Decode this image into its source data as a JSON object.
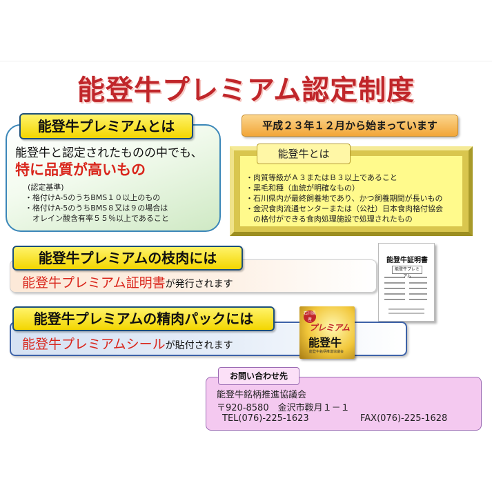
{
  "title": "能登牛プレミアム認定制度",
  "premium_box": {
    "label": "能登牛プレミアムとは",
    "line1": "能登牛と認定されたものの中でも、",
    "line2": "特に品質が高いもの",
    "criteria_title": "(認定基準)",
    "criteria": [
      "・格付けA-5のうちBMS１０以上のもの",
      "・格付けA-5のうちBMS８又は９の場合は",
      "　オレイン酸含有率５５％以上であること"
    ]
  },
  "start_banner": "平成２３年１２月から始まっています",
  "noto_box": {
    "label": "能登牛とは",
    "items": [
      "・肉質等級がＡ３またはＢ３以上であること",
      "・黒毛和種（血統が明確なもの）",
      "・石川県内が最終飼養地であり、かつ飼養期間が長いもの",
      "・金沢食肉流通センターまたは（公社）日本食肉格付協会",
      "　の格付ができる食肉処理施設で処理されたもの"
    ]
  },
  "carcass": {
    "label": "能登牛プレミアムの枝肉には",
    "highlight": "能登牛プレミアム証明書",
    "suffix": "が発行されます"
  },
  "pack": {
    "label": "能登牛プレミアムの精肉パックには",
    "highlight": "能登牛プレミアムシール",
    "suffix": "が貼付されます"
  },
  "certificate": {
    "title": "能登牛証明書",
    "badge": "能登牛プレミアム"
  },
  "seal": {
    "circle": "石川県産",
    "line1": "プレミアム",
    "line2": "能登牛",
    "line3": "能登牛銘柄推進協議会"
  },
  "contact": {
    "label": "お問い合わせ先",
    "org": "能登牛銘柄推進協議会",
    "address": "〒920-8580　金沢市鞍月１－１",
    "tel": "TEL(076)-225-1623",
    "fax": "FAX(076)-225-1628"
  },
  "colors": {
    "title_red": "#c0262a",
    "highlight_red": "#d9261c",
    "label_yellow": "#fff36a",
    "banner_orange": "#f2a638",
    "contact_pink": "#f4c9f0"
  }
}
